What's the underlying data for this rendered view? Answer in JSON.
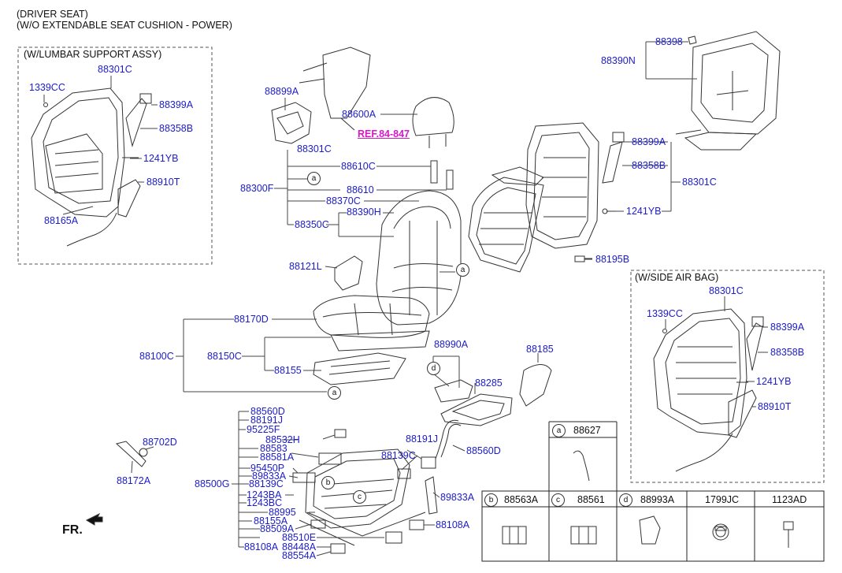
{
  "header": {
    "line1": "(DRIVER SEAT)",
    "line2": "(W/O EXTENDABLE SEAT CUSHION - POWER)"
  },
  "lumbar_box": {
    "title": "(W/LUMBAR SUPPORT ASSY)",
    "parts": {
      "p88301C": "88301C",
      "p1339CC": "1339CC",
      "p88399A": "88399A",
      "p88358B": "88358B",
      "p1241YB": "1241YB",
      "p88910T": "88910T",
      "p88165A": "88165A"
    }
  },
  "airbag_box": {
    "title": "(W/SIDE AIR BAG)",
    "parts": {
      "p88301C": "88301C",
      "p1339CC": "1339CC",
      "p88399A": "88399A",
      "p88358B": "88358B",
      "p1241YB": "1241YB",
      "p88910T": "88910T"
    }
  },
  "ref_link": "REF.84-847",
  "main_parts": {
    "p88899A": "88899A",
    "p88600A": "88600A",
    "p88301C_a": "88301C",
    "p88610C": "88610C",
    "p88300F": "88300F",
    "p88610": "88610",
    "p88370C": "88370C",
    "p88390H": "88390H",
    "p88350C": "88350C",
    "p88121L": "88121L",
    "p88170D": "88170D",
    "p88100C": "88100C",
    "p88150C": "88150C",
    "p88155": "88155",
    "p88990A": "88990A",
    "p88185": "88185",
    "p88285": "88285",
    "p88398": "88398",
    "p88390N": "88390N",
    "p88399A_r": "88399A",
    "p88358B_r": "88358B",
    "p88301C_r": "88301C",
    "p1241YB_r": "1241YB",
    "p88195B": "88195B",
    "p88702D": "88702D",
    "p88172A": "88172A",
    "p88560D_a": "88560D",
    "p88191J": "88191J",
    "p95225F": "95225F",
    "p88532H": "88532H",
    "p88583": "88583",
    "p88581A": "88581A",
    "p95450P": "95450P",
    "p89833A_a": "89833A",
    "p88500G": "88500G",
    "p88139C_a": "88139C",
    "p1243BA": "1243BA",
    "p1243BC": "1243BC",
    "p88995": "88995",
    "p88155A": "88155A",
    "p88509A": "88509A",
    "p88510E": "88510E",
    "p88108A_a": "88108A",
    "p88448A": "88448A",
    "p88554A": "88554A",
    "p88191J_b": "88191J",
    "p88139C_b": "88139C",
    "p88560D_b": "88560D",
    "p89833A_b": "89833A",
    "p88108A_b": "88108A"
  },
  "callouts": {
    "a": "a",
    "b": "b",
    "c": "c",
    "d": "d"
  },
  "table": {
    "a_part": "88627",
    "b_part": "88563A",
    "c_part": "88561",
    "d_part": "88993A",
    "part_1799": "1799JC",
    "part_1123": "1123AD"
  },
  "fr_label": "FR."
}
